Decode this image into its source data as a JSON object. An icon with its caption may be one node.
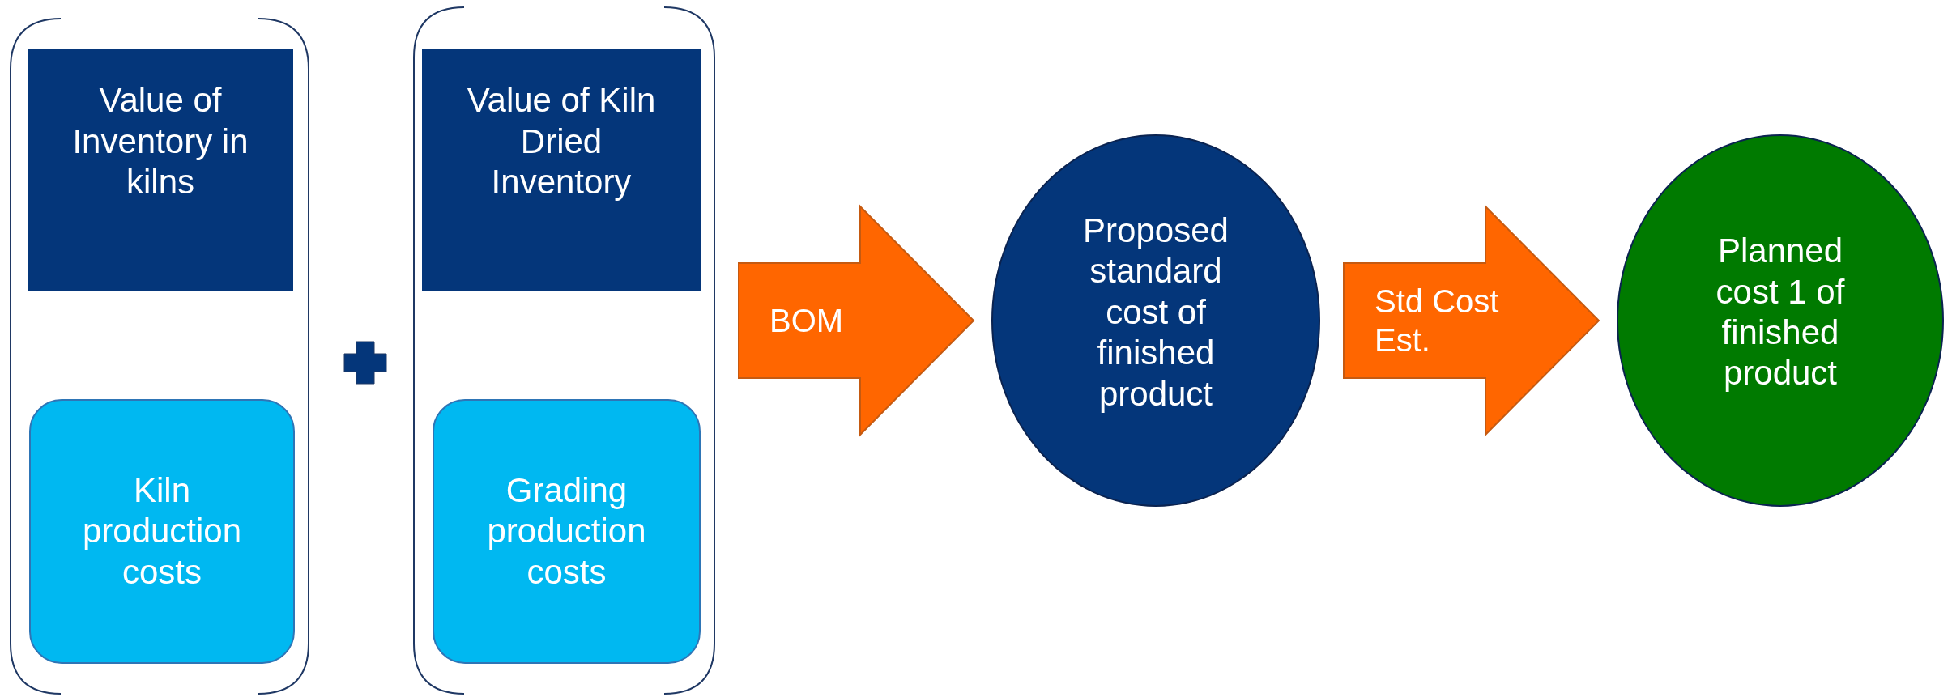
{
  "diagram": {
    "nodes": [
      {
        "text": [],
        "shape": "bracket"
      },
      {
        "text": [
          "Value of Inventory in kilns"
        ],
        "in": 0
      },
      {
        "text": [
          "Kiln production costs"
        ],
        "in": 0
      },
      {
        "text": [],
        "shape": "bracket"
      },
      {
        "text": [
          "Value of Kiln Dried Inventory"
        ],
        "in": 3
      },
      {
        "text": [
          "Grading production costs"
        ],
        "in": 3
      },
      {
        "text": [
          "Proposed standard cost of finished product"
        ]
      },
      {
        "text": [
          "Planned cost 1 of finished product"
        ]
      }
    ],
    "edges": [
      {
        "from": 3,
        "to": 6,
        "arrow": "to",
        "label": "BOM"
      },
      {
        "from": 6,
        "to": 7,
        "arrow": "to",
        "label": "Std Cost Est."
      }
    ]
  }
}
